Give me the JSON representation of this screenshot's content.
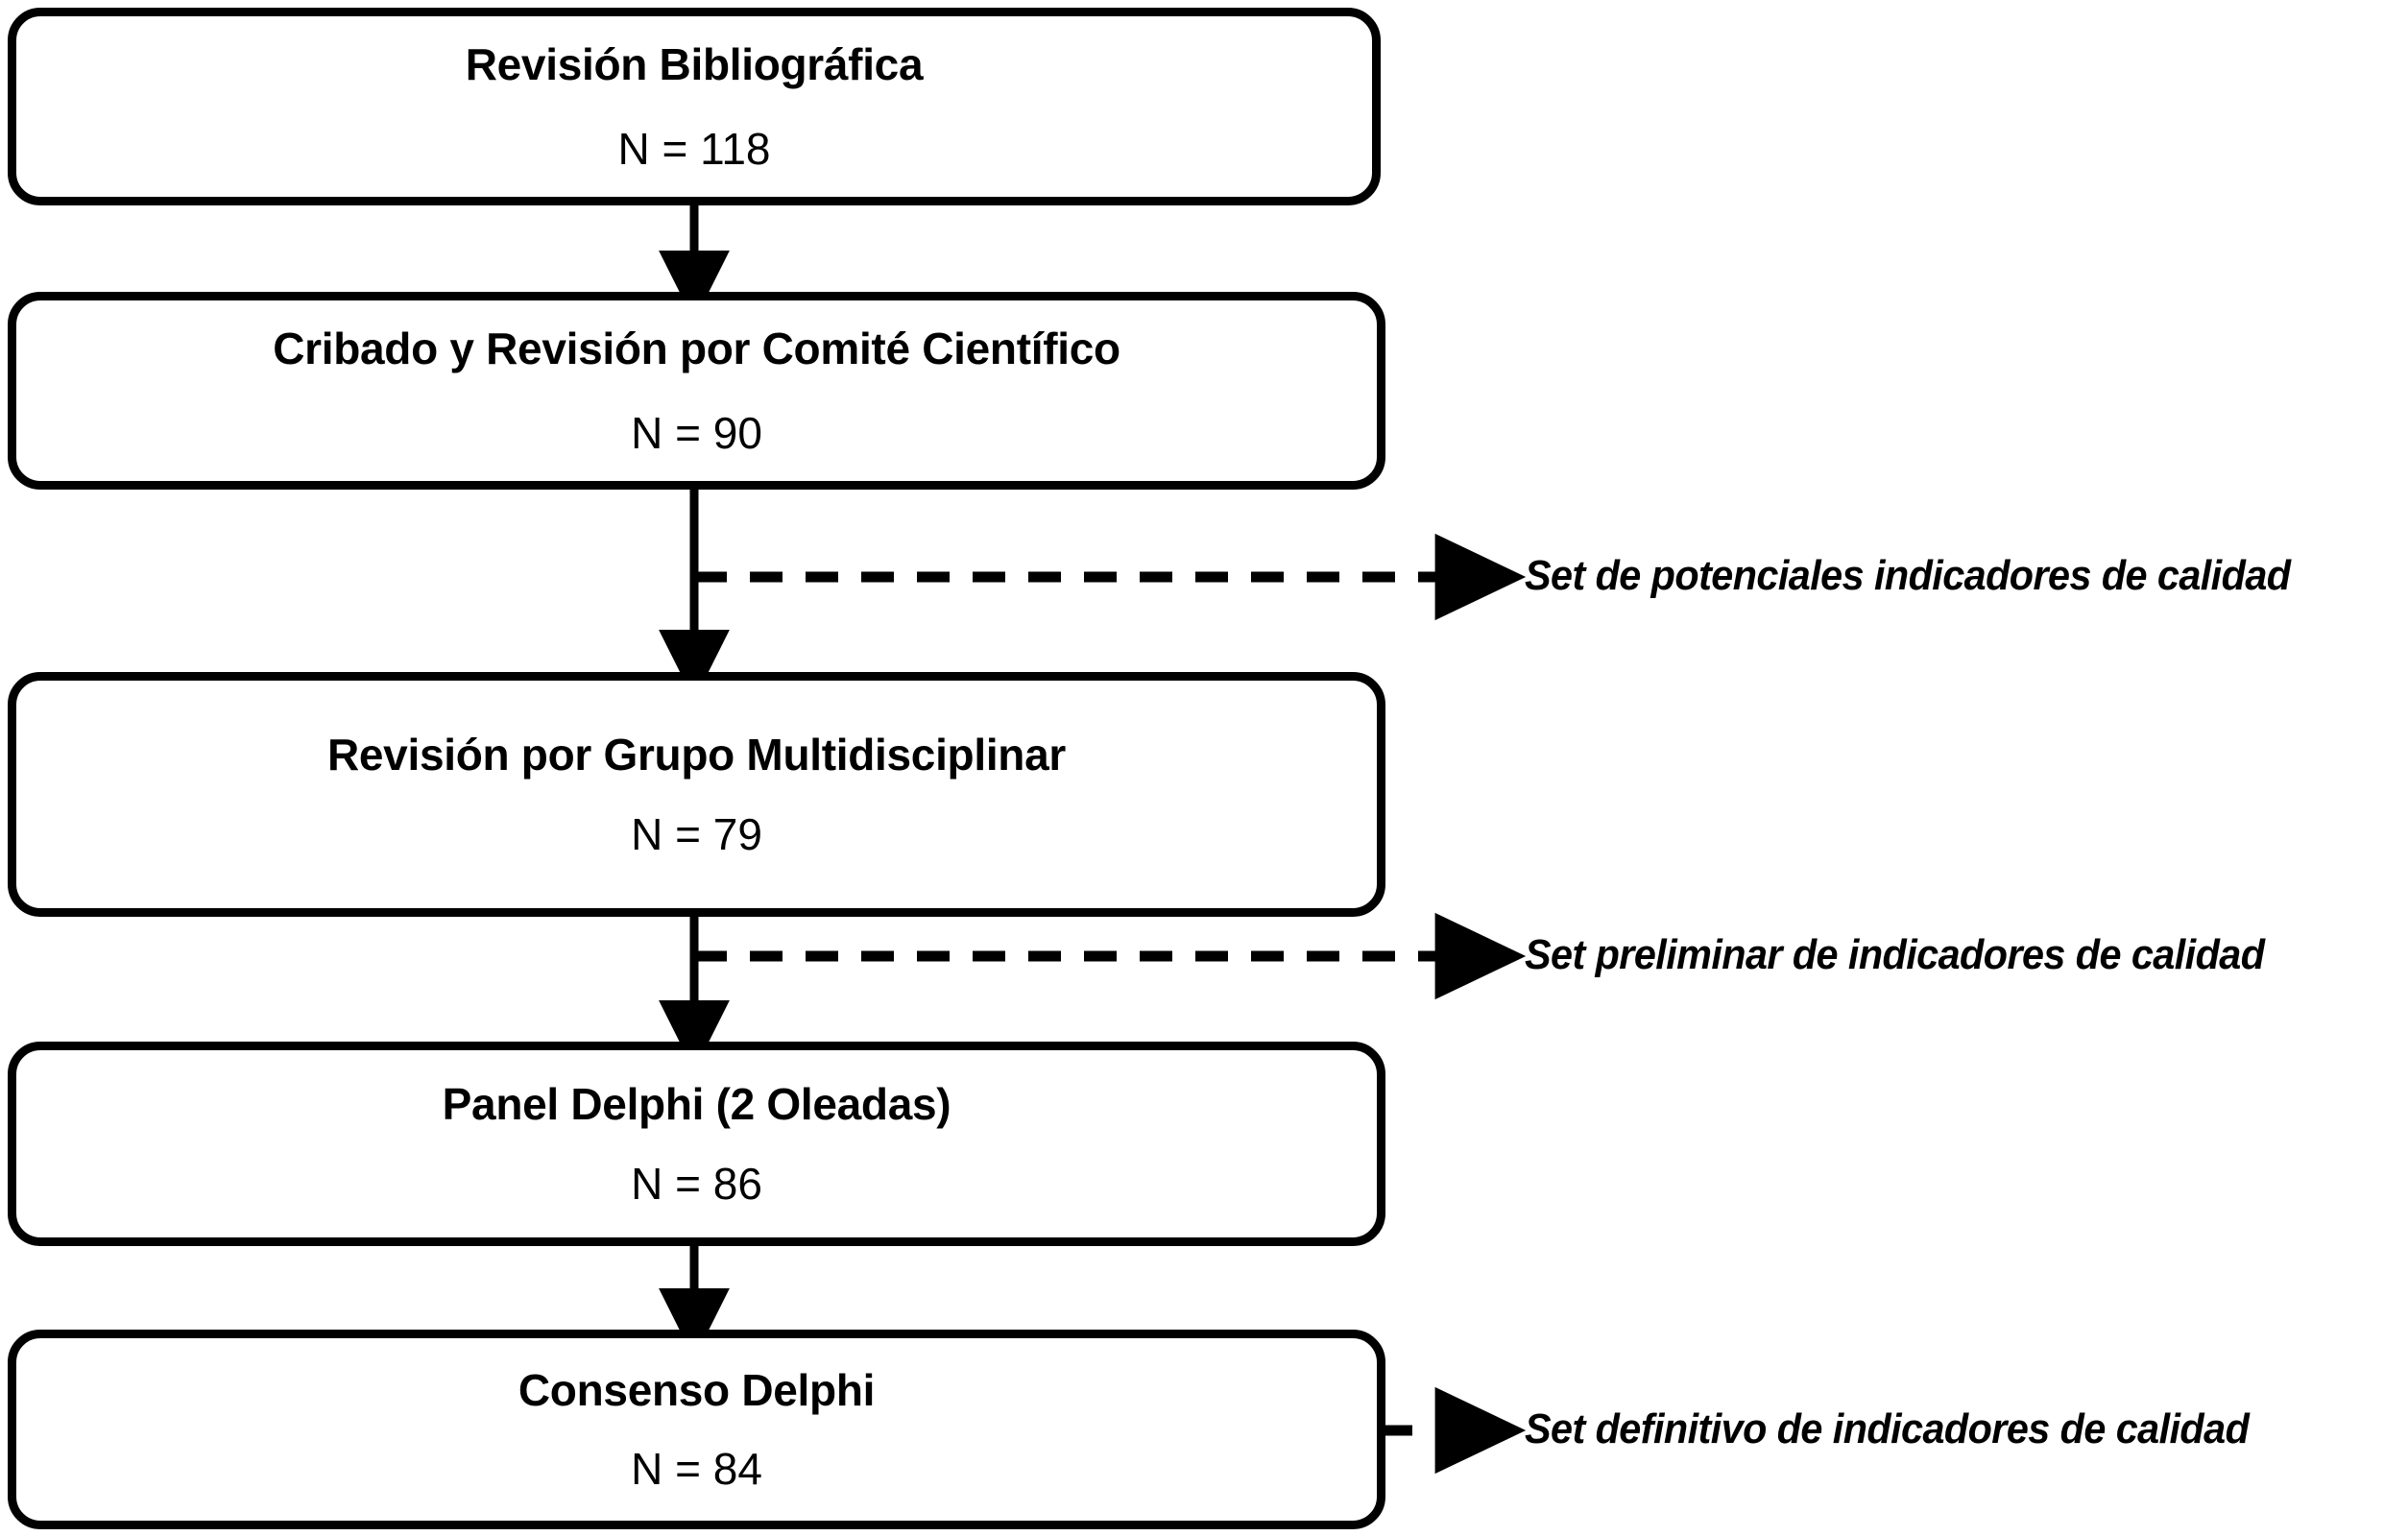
{
  "diagram": {
    "type": "flowchart",
    "orientation": "vertical",
    "language": "es",
    "colors": {
      "stroke": "#000000",
      "background": "#ffffff",
      "text": "#000000"
    },
    "nodes": [
      {
        "id": "revision-bibliografica",
        "title": "Revisión Bibliográfica",
        "count_label": "N = 118",
        "count": 118
      },
      {
        "id": "cribado-revision-comite",
        "title": "Cribado y Revisión por Comité Científico",
        "count_label": "N = 90",
        "count": 90
      },
      {
        "id": "revision-grupo-multidisciplinar",
        "title": "Revisión por Grupo Multidisciplinar",
        "count_label": "N = 79",
        "count": 79
      },
      {
        "id": "panel-delphi",
        "title": "Panel Delphi (2 Oleadas)",
        "count_label": "N = 86",
        "count": 86
      },
      {
        "id": "consenso-delphi",
        "title": "Consenso Delphi",
        "count_label": "N = 84",
        "count": 84
      }
    ],
    "side_outputs": [
      {
        "id": "set-potenciales",
        "label": "Set de potenciales indicadores de calidad",
        "from": "cribado-revision-comite"
      },
      {
        "id": "set-preliminar",
        "label": "Set preliminar de indicadores de calidad",
        "from": "revision-grupo-multidisciplinar"
      },
      {
        "id": "set-definitivo",
        "label": "Set definitivo de indicadores de calidad",
        "from": "consenso-delphi"
      }
    ],
    "flow_arrows": [
      {
        "id": "arrow-1-2",
        "from": "revision-bibliografica",
        "to": "cribado-revision-comite",
        "style": "solid"
      },
      {
        "id": "arrow-2-3",
        "from": "cribado-revision-comite",
        "to": "revision-grupo-multidisciplinar",
        "style": "solid"
      },
      {
        "id": "arrow-3-4",
        "from": "revision-grupo-multidisciplinar",
        "to": "panel-delphi",
        "style": "solid"
      },
      {
        "id": "arrow-4-5",
        "from": "panel-delphi",
        "to": "consenso-delphi",
        "style": "solid"
      }
    ]
  }
}
